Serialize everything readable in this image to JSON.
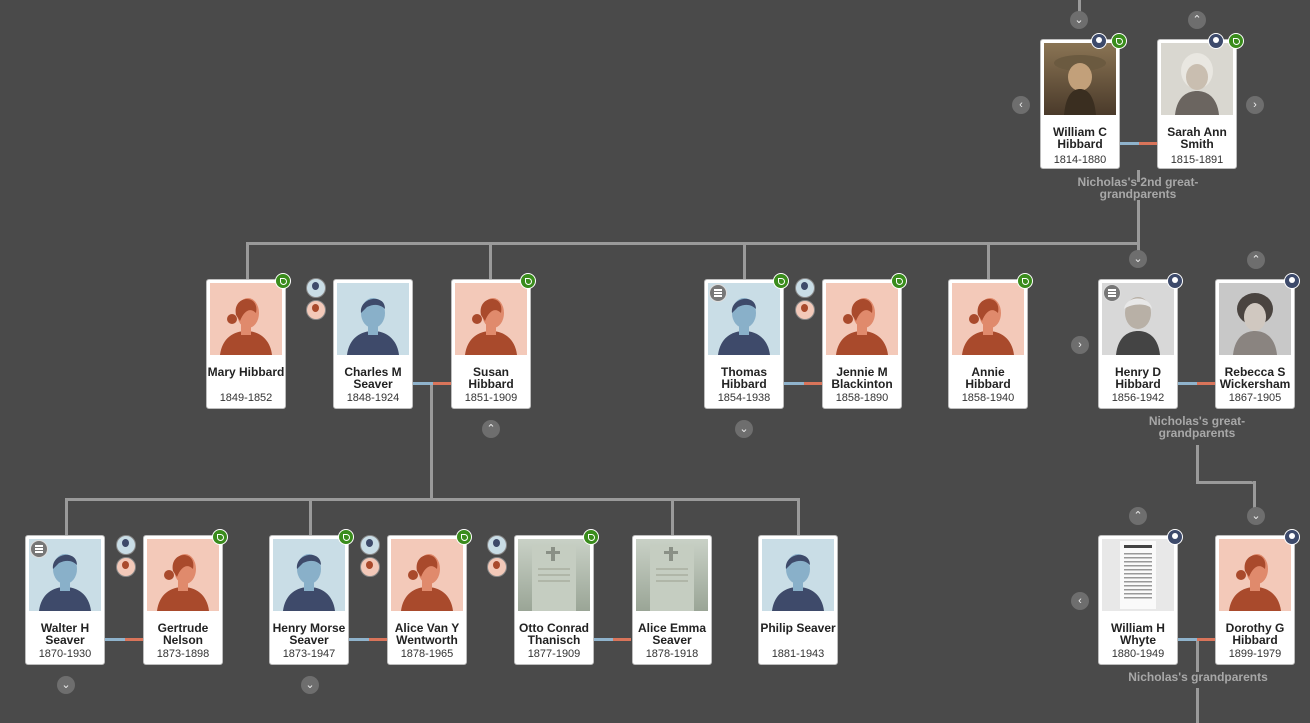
{
  "people": {
    "william_c": {
      "name": "William C Hibbard",
      "dates": "1814-1880"
    },
    "sarah_ann": {
      "name": "Sarah Ann Smith",
      "dates": "1815-1891"
    },
    "mary": {
      "name": "Mary Hibbard",
      "dates": "1849-1852"
    },
    "charles": {
      "name": "Charles M Seaver",
      "dates": "1848-1924"
    },
    "susan": {
      "name": "Susan Hibbard",
      "dates": "1851-1909"
    },
    "thomas": {
      "name": "Thomas Hibbard",
      "dates": "1854-1938"
    },
    "jennie": {
      "name": "Jennie M Blackinton",
      "dates": "1858-1890"
    },
    "annie": {
      "name": "Annie Hibbard",
      "dates": "1858-1940"
    },
    "henry_d": {
      "name": "Henry D Hibbard",
      "dates": "1856-1942"
    },
    "rebecca": {
      "name": "Rebecca S Wickersham",
      "dates": "1867-1905"
    },
    "walter": {
      "name": "Walter H Seaver",
      "dates": "1870-1930"
    },
    "gertrude": {
      "name": "Gertrude Nelson",
      "dates": "1873-1898"
    },
    "henry_m": {
      "name": "Henry Morse Seaver",
      "dates": "1873-1947"
    },
    "alice_van": {
      "name": "Alice Van Y Wentworth",
      "dates": "1878-1965"
    },
    "otto": {
      "name": "Otto Conrad Thanisch",
      "dates": "1877-1909"
    },
    "alice_emma": {
      "name": "Alice Emma Seaver",
      "dates": "1878-1918"
    },
    "philip": {
      "name": "Philip Seaver",
      "dates": "1881-1943"
    },
    "william_h": {
      "name": "William H Whyte",
      "dates": "1880-1949"
    },
    "dorothy": {
      "name": "Dorothy G Hibbard",
      "dates": "1899-1979"
    }
  },
  "labels": {
    "gen2": "Nicholas's 2nd great-grandparents",
    "gen1": "Nicholas's great-grandparents",
    "gen0": "Nicholas's grandparents"
  },
  "icons": {
    "hint": "leaf-hint-icon",
    "family": "family-tree-icon",
    "records": "list-icon",
    "expand_up": "chevron-up-icon",
    "expand_down": "chevron-down-icon",
    "nav_left": "chevron-left-icon",
    "nav_right": "chevron-right-icon"
  },
  "colors": {
    "background": "#4a4a4a",
    "male_line": "#8fb3cc",
    "female_line": "#d9745a",
    "hint_badge": "#3a8c1c",
    "family_badge": "#3d4a6b"
  }
}
